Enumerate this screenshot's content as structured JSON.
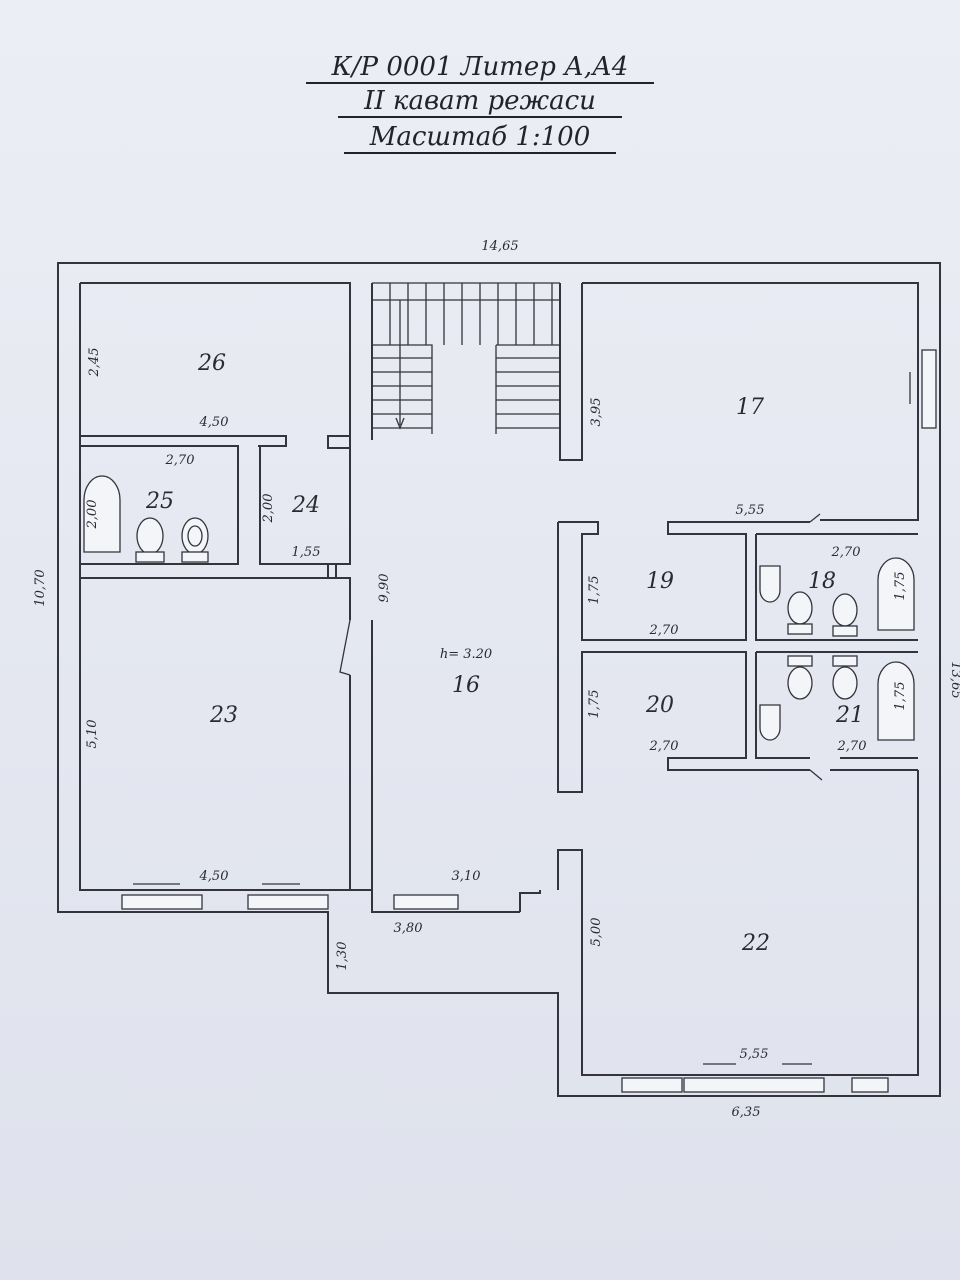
{
  "title": {
    "line1": "К/Р 0001  Литер А,А4",
    "line2": "II кават   режаси",
    "line3": "Масштаб 1:100"
  },
  "dimensions": {
    "overall_width": "14,65",
    "overall_height_left": "10,70",
    "overall_height_right": "13,65",
    "r26_w": "4,50",
    "r26_h": "2,45",
    "r25_w": "2,70",
    "r25_h": "2,00",
    "r24_w": "1,55",
    "r24_h": "2,00",
    "r23_w": "4,50",
    "r23_h": "5,10",
    "r16_h": "9,90",
    "r16_w": "3,10",
    "r16_height": "h= 3.20",
    "r17_w": "5,55",
    "r17_h": "3,95",
    "r19_w": "2,70",
    "r19_h": "1,75",
    "r20_w": "2,70",
    "r20_h": "1,75",
    "r18_w": "2,70",
    "r18_h": "1,75",
    "r21_w": "2,70",
    "r21_h": "1,75",
    "r22_w": "5,55",
    "r22_h": "5,00",
    "r22_bottom": "6,35",
    "bay_w": "3,80",
    "bay_h": "1,30"
  },
  "rooms": {
    "r16": "16",
    "r17": "17",
    "r18": "18",
    "r19": "19",
    "r20": "20",
    "r21": "21",
    "r22": "22",
    "r23": "23",
    "r24": "24",
    "r25": "25",
    "r26": "26"
  },
  "colors": {
    "ink": "#33343d",
    "paper": "#e6e8f1"
  }
}
